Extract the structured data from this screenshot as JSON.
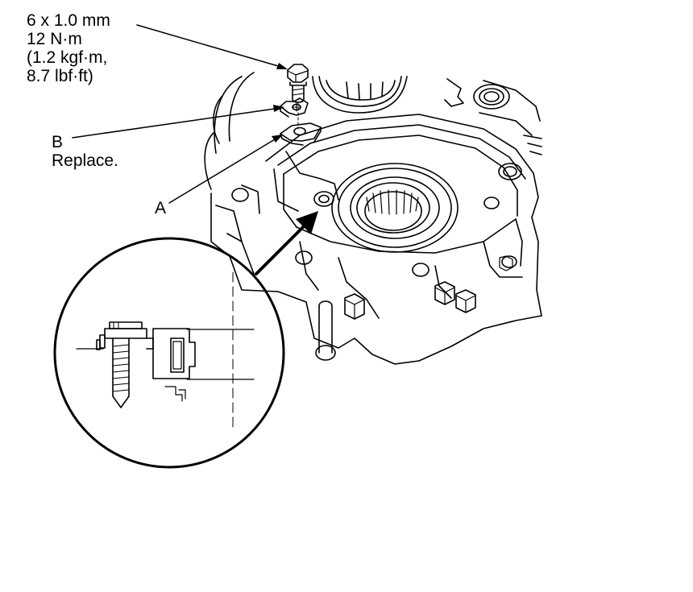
{
  "callouts": {
    "bolt_spec": {
      "size": "6 x 1.0 mm",
      "torque_nm": "12 N·m",
      "torque_kgfm": "(1.2 kgf·m,",
      "torque_lbfft": "8.7 lbf·ft)"
    },
    "part_b": {
      "letter": "B",
      "note": "Replace."
    },
    "part_a": {
      "letter": "A"
    }
  },
  "colors": {
    "ink": "#000000",
    "background": "#ffffff"
  }
}
